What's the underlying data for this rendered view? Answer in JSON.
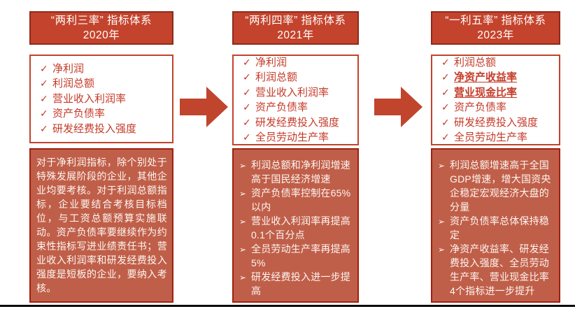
{
  "icons": {
    "check": "✓",
    "bullet": "➢",
    "arrow_right": "block-right-arrow"
  },
  "colors": {
    "header_bg": "#c4432c",
    "header_border": "#8e2a1c",
    "list_bg": "#ffffff",
    "list_border": "#c2432c",
    "list_text": "#c43a28",
    "detail_bg": "#c05f49",
    "detail_border": "#a02010",
    "detail_text": "#fdf6f2",
    "arrow": "#c0452c",
    "divider": "#0a0a0a"
  },
  "columns": [
    {
      "header": {
        "title": "“两利三率” 指标体系",
        "year": "2020年"
      },
      "indicators": [
        {
          "text": "净利润"
        },
        {
          "text": "利润总额"
        },
        {
          "text": "营业收入利润率"
        },
        {
          "text": "资产负债率"
        },
        {
          "text": "研发经费投入强度"
        }
      ],
      "detail_paragraph": "对于净利润指标，除个别处于特殊发展阶段的企业，其他企业均要考核。对于利润总额指标，企业要结合考核目标档位，与工资总额预算实施联动。资产负债率要继续作为约束性指标写进业绩责任书；营业收入利润率和研发经费投入强度是短板的企业，要纳入考核。"
    },
    {
      "header": {
        "title": "“两利四率” 指标体系",
        "year": "2021年"
      },
      "indicators": [
        {
          "text": "净利润"
        },
        {
          "text": "利润总额"
        },
        {
          "text": "营业收入利润率"
        },
        {
          "text": "资产负债率"
        },
        {
          "text": "研发经费投入强度"
        },
        {
          "text": "全员劳动生产率"
        }
      ],
      "detail_bullets": [
        "利润总额和净利润增速高于国民经济增速",
        "资产负债率控制在65%以内",
        "营业收入利润率再提高0.1个百分点",
        "全员劳动生产率再提高5%",
        "研发经费投入进一步提高"
      ]
    },
    {
      "header": {
        "title": "“一利五率” 指标体系",
        "year": "2023年"
      },
      "indicators": [
        {
          "text": "利润总额"
        },
        {
          "text": "净资产收益率",
          "emphasis": true
        },
        {
          "text": "营业现金比率",
          "emphasis": true
        },
        {
          "text": "资产负债率"
        },
        {
          "text": "研发经费投入强度"
        },
        {
          "text": "全员劳动生产率"
        }
      ],
      "detail_bullets": [
        "利润总额增速高于全国GDP增速，增大国资央企稳定宏观经济大盘的分量",
        "资产负债率总体保持稳定",
        "净资产收益率、研发经费投入强度、全员劳动生产率、营业现金比率4个指标进一步提升"
      ]
    }
  ]
}
